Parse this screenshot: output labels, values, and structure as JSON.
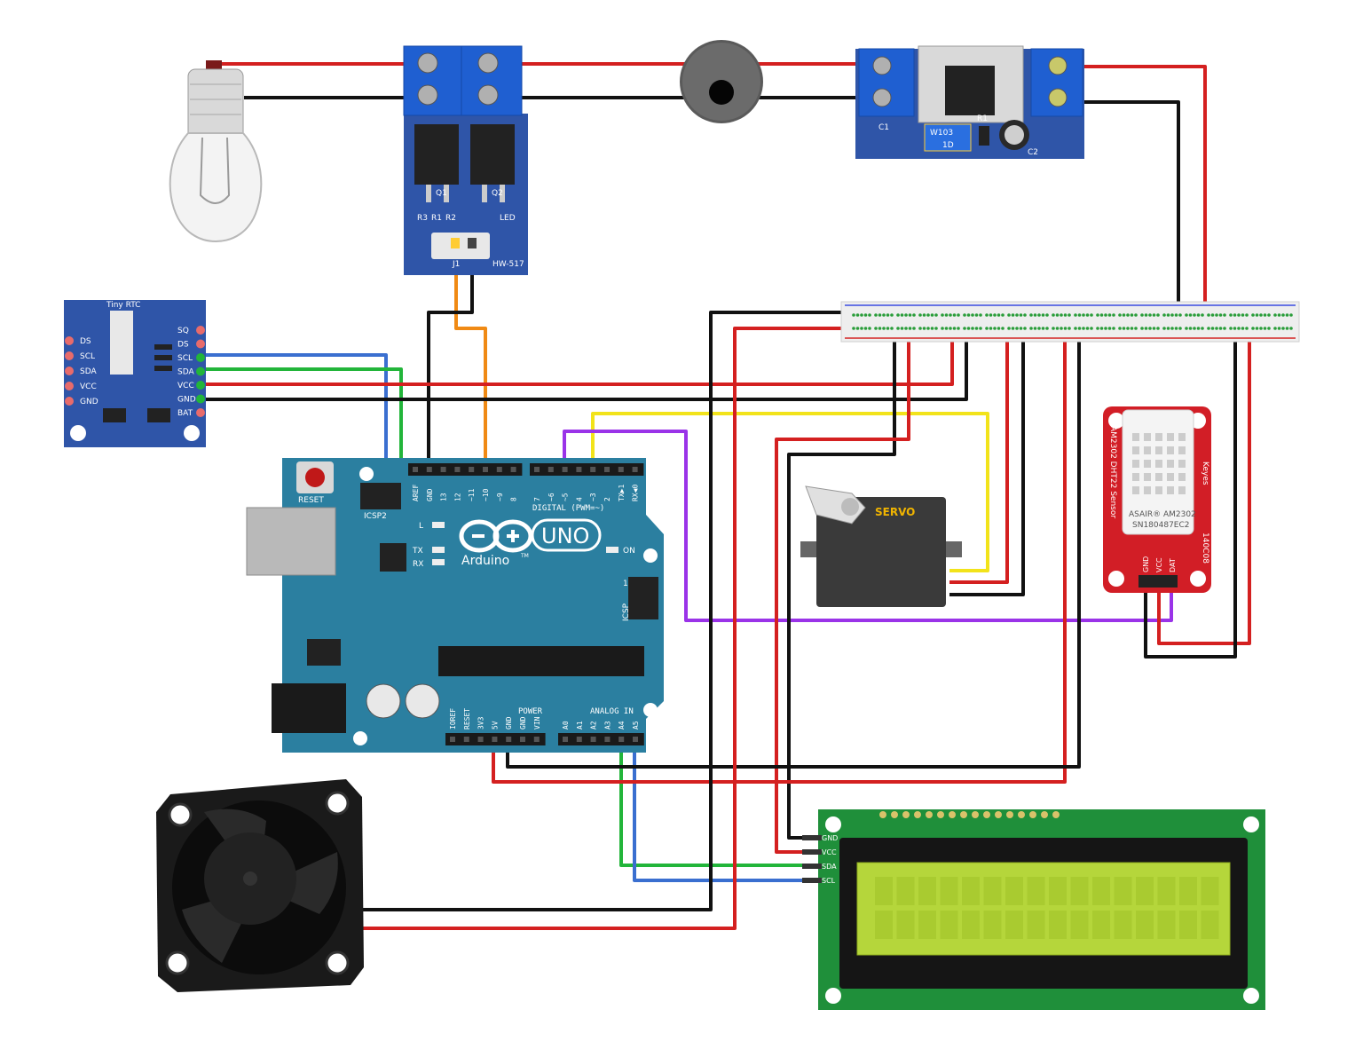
{
  "colors": {
    "wire_red": "#d42020",
    "wire_black": "#111111",
    "wire_blue": "#3a6fd0",
    "wire_green": "#22b53a",
    "wire_orange": "#f08a14",
    "wire_yellow": "#f2e31a",
    "wire_purple": "#9a33e8",
    "arduino_teal": "#2b7fa0",
    "pcb_blue": "#2f55a8",
    "terminal_blue": "#1f5fd1",
    "sensor_red": "#d21e26",
    "lcd_pcb": "#1f8f3a",
    "lcd_screen": "#b5d63b"
  },
  "arduino": {
    "board_name": "UNO",
    "brand": "Arduino",
    "trademark": "TM",
    "reset_label": "RESET",
    "icsp2_label": "ICSP2",
    "icsp_label": "ICSP",
    "digital_label": "DIGITAL (PWM=~)",
    "power_label": "POWER",
    "analog_label": "ANALOG IN",
    "led_l": "L",
    "led_tx": "TX",
    "led_rx": "RX",
    "led_on": "ON",
    "icsp_pin1": "1",
    "digital_header_left": [
      "AREF",
      "GND",
      "13",
      "12",
      "~11",
      "~10",
      "~9",
      "8"
    ],
    "digital_header_right": [
      "7",
      "~6",
      "~5",
      "4",
      "~3",
      "2",
      "TX▶1",
      "RX◀0"
    ],
    "power_header": [
      "IOREF",
      "RESET",
      "3V3",
      "5V",
      "GND",
      "GND",
      "VIN"
    ],
    "analog_header": [
      "A0",
      "A1",
      "A2",
      "A3",
      "A4",
      "A5"
    ]
  },
  "rtc": {
    "title": "Tiny RTC",
    "left_pins": [
      "DS",
      "SCL",
      "SDA",
      "VCC",
      "GND"
    ],
    "right_pins": [
      "SQ",
      "DS",
      "SCL",
      "SDA",
      "VCC",
      "GND",
      "BAT"
    ]
  },
  "mosfet": {
    "q1": "Q1",
    "q2": "Q2",
    "r1": "R1",
    "r2": "R2",
    "r3": "R3",
    "led": "LED",
    "j1": "J1",
    "model": "HW-517"
  },
  "regulator": {
    "c1": "C1",
    "c2": "C2",
    "r1": "R1",
    "pot": "W103",
    "mark": "1D"
  },
  "servo": {
    "label": "SERVO"
  },
  "dht": {
    "model_line1": "ASAIR® AM2302",
    "model_line2": "SN180487EC2",
    "side_title": "AM2302 DHT22 Sensor",
    "brand": "Keyes",
    "code": "140C08",
    "pins": [
      "GND",
      "VCC",
      "DAT"
    ]
  },
  "lcd": {
    "pins": [
      "GND",
      "VCC",
      "SDA",
      "SCL"
    ]
  },
  "components": [
    "lamp-bulb",
    "mosfet-module",
    "buzzer",
    "step-down-regulator",
    "rtc-module",
    "breadboard-rail",
    "arduino-uno",
    "servo-motor",
    "dht22-sensor",
    "cooling-fan",
    "lcd-16x2"
  ]
}
